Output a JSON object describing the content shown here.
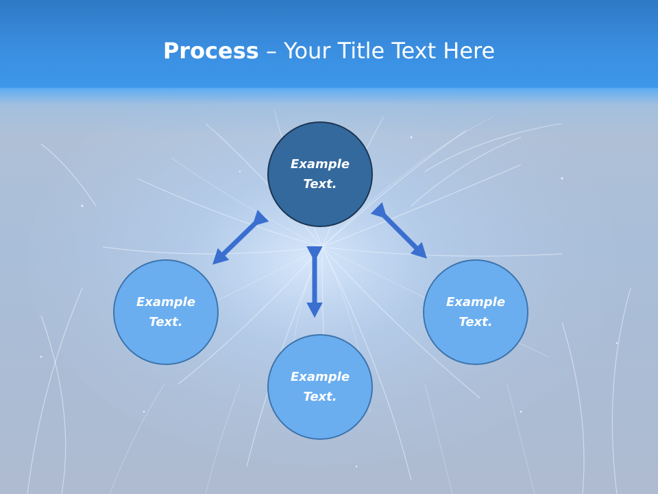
{
  "slide": {
    "title_bold": "Process",
    "title_rest": " – Your Title Text Here"
  },
  "nodes": {
    "center": {
      "label": "Example Text."
    },
    "left": {
      "label": "Example Text."
    },
    "bottom": {
      "label": "Example Text."
    },
    "right": {
      "label": "Example Text."
    }
  },
  "colors": {
    "title_bar": "#3a8ee0",
    "center_node": "#34699e",
    "outer_node": "#6aaef0",
    "arrow": "#3a6fd0",
    "background": "#aebfd6"
  },
  "icons": {
    "arrow_style": "double-headed-arrow"
  }
}
